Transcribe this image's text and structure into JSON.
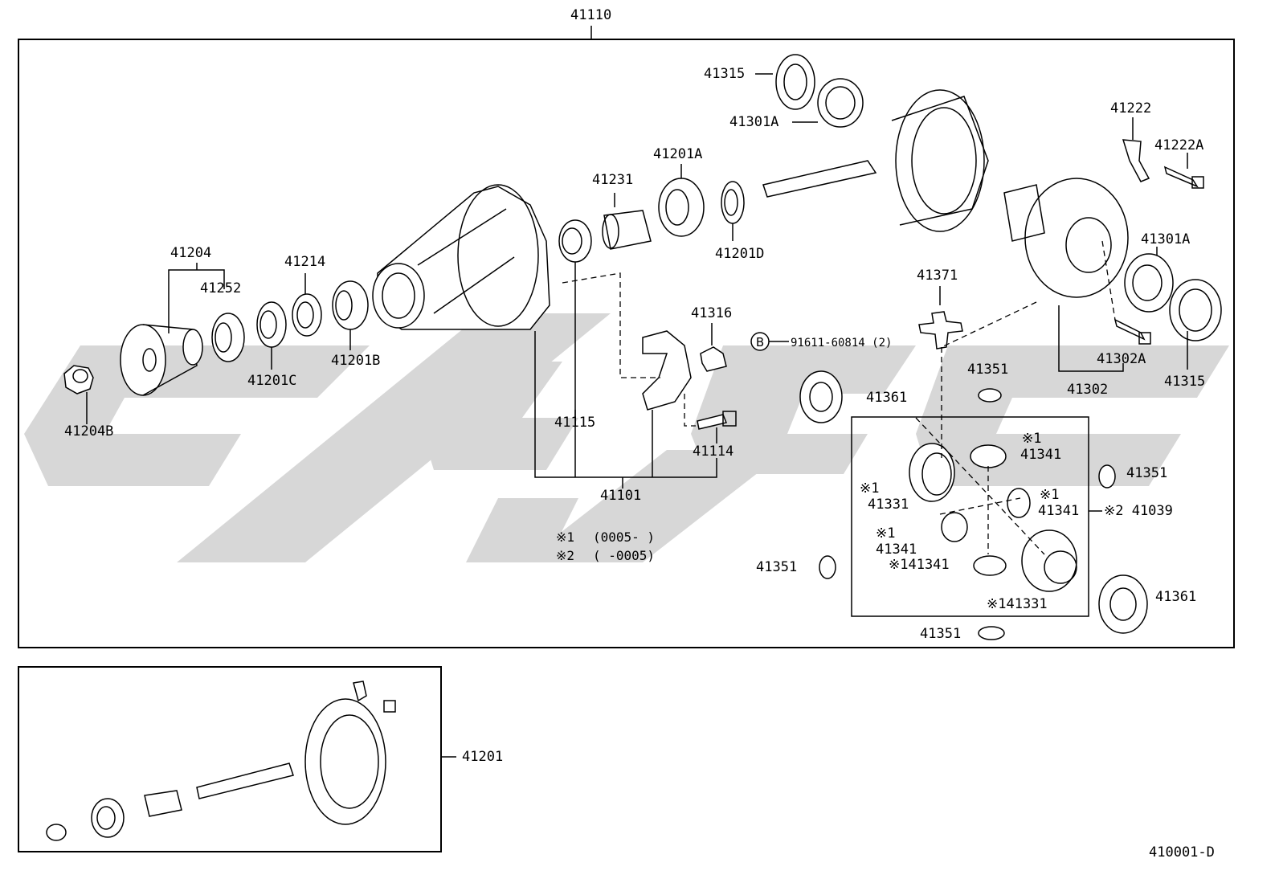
{
  "diagram": {
    "top_label": "41110",
    "footer_code": "410001-D",
    "bolt_ref": {
      "circle_letter": "B",
      "text": "91611-60814 (2)"
    },
    "notes": [
      {
        "mark": "※1",
        "text": "(0005-      )"
      },
      {
        "mark": "※2",
        "text": "(      -0005)"
      }
    ],
    "labels": {
      "p41315a": "41315",
      "p41301a_top": "41301A",
      "p41201a": "41201A",
      "p41231": "41231",
      "p41201d": "41201D",
      "p41204": "41204",
      "p41252": "41252",
      "p41214": "41214",
      "p41201b": "41201B",
      "p41201c": "41201C",
      "p41204b": "41204B",
      "p41115": "41115",
      "p41101": "41101",
      "p41316": "41316",
      "p41114": "41114",
      "p41222": "41222",
      "p41222a": "41222A",
      "p41301a_right": "41301A",
      "p41302a": "41302A",
      "p41302": "41302",
      "p41315b": "41315",
      "p41371": "41371",
      "p41351_a": "41351",
      "p41361_a": "41361",
      "p41351_b": "41351",
      "p41039": "※2 41039",
      "p41341_a_mark": "※1",
      "p41341_a": "41341",
      "p41331_a_mark": "※1",
      "p41331_a": "41331",
      "p41341_b_mark": "※1",
      "p41341_b": "41341",
      "p41341_c_mark": "※1",
      "p41341_c": "41341",
      "p141341": "※141341",
      "p141331": "※141331",
      "p41351_c": "41351",
      "p41361_b": "41361",
      "p41351_d": "41351",
      "p41201": "41201"
    }
  }
}
